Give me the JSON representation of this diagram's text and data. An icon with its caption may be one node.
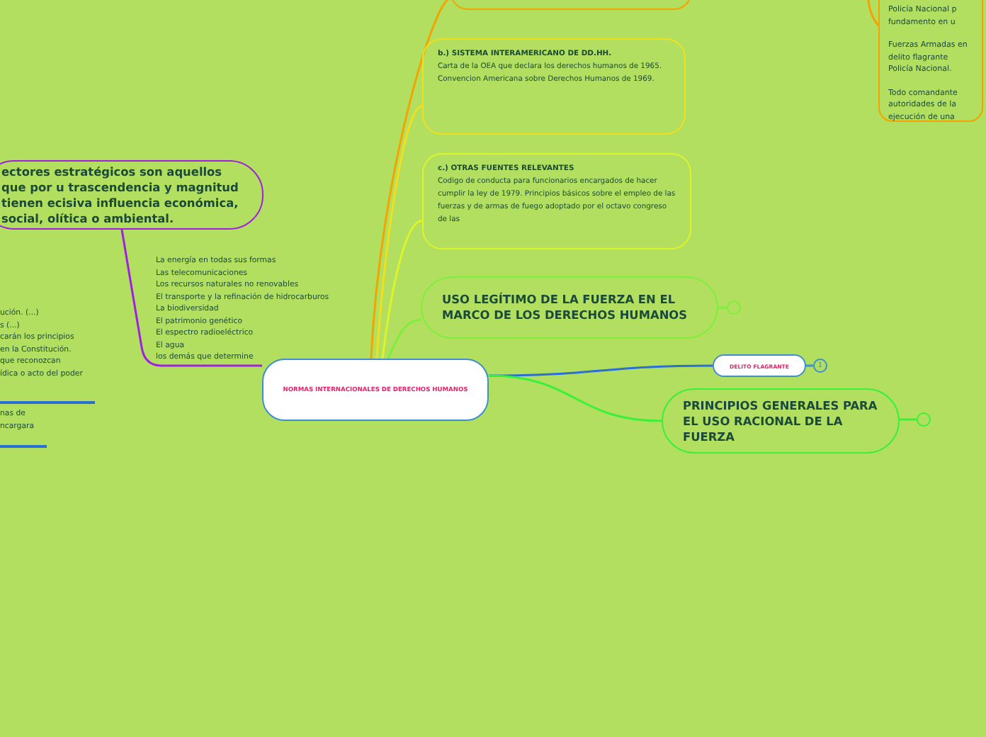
{
  "diagram": {
    "nodes": [
      {
        "text": [
          "NORMAS INTERNACIONALES DE DERECHOS HUMANOS"
        ]
      },
      {
        "text": [],
        "shape": "box"
      },
      {
        "text": [
          "b.) SISTEMA INTERAMERICANO DE DD.HH.",
          "Carta de la OEA que declara los derechos humanos de 1965. Convencion Americana sobre Derechos Humanos de 1969."
        ]
      },
      {
        "text": [
          "c.) OTRAS FUENTES RELEVANTES",
          "Codigo de conducta para funcionarios encargados de hacer cumplir la ley de 1979. Principios básicos sobre el empleo de las fuerzas y de armas de fuego adoptado por el octavo congreso de las"
        ]
      },
      {
        "text": [
          "USO LEGÍTIMO DE LA FUERZA EN EL MARCO DE LOS DERECHOS HUMANOS"
        ]
      },
      {
        "text": [
          "DELITO FLAGRANTE"
        ]
      },
      {
        "text": [
          "PRINCIPIOS GENERALES PARA EL USO RACIONAL DE LA FUERZA"
        ]
      },
      {
        "text": [
          "ectores estratégicos son aquellos que por u trascendencia y magnitud tienen ecisiva influencia económica, social, olítica o ambiental."
        ]
      },
      {
        "text": [
          "Policía Nacional p fundamento en u",
          "Fuerzas Armadas en delito flagrante Policía Nacional.",
          "Todo comandante autoridades de la ejecución de una"
        ]
      }
    ],
    "edges": [
      {
        "from": 0,
        "to": 1,
        "arrow": "none",
        "color": "#f5a300"
      },
      {
        "from": 0,
        "to": 2,
        "arrow": "none",
        "color": "#f2e01c"
      },
      {
        "from": 0,
        "to": 3,
        "arrow": "none",
        "color": "#dcf52a"
      },
      {
        "from": 0,
        "to": 4,
        "arrow": "none",
        "color": "#7cf03a"
      },
      {
        "from": 0,
        "to": 5,
        "arrow": "none",
        "color": "#2a6fd6"
      },
      {
        "from": 0,
        "to": 6,
        "arrow": "none",
        "color": "#3cf03a"
      },
      {
        "from": 0,
        "to": 7,
        "arrow": "none",
        "color": "#a020e0"
      },
      {
        "from": 8,
        "to": null,
        "arrow": "none",
        "color": "#f5a300"
      }
    ],
    "labels": [
      "La energía en todas sus formas",
      "Las telecomunicaciones",
      "Los recursos naturales no renovables",
      "El transporte y la refinación de hidrocarburos",
      "La biodiversidad",
      "El patrimonio genético",
      "El espectro radioeléctrico",
      "El agua",
      "los demás que determine",
      "ución. (...)",
      "s (...)",
      "carán los principios",
      "en la Constitución.",
      "que reconozcan",
      "ídica o acto del poder",
      "nas de",
      "ncargara",
      "1"
    ]
  }
}
